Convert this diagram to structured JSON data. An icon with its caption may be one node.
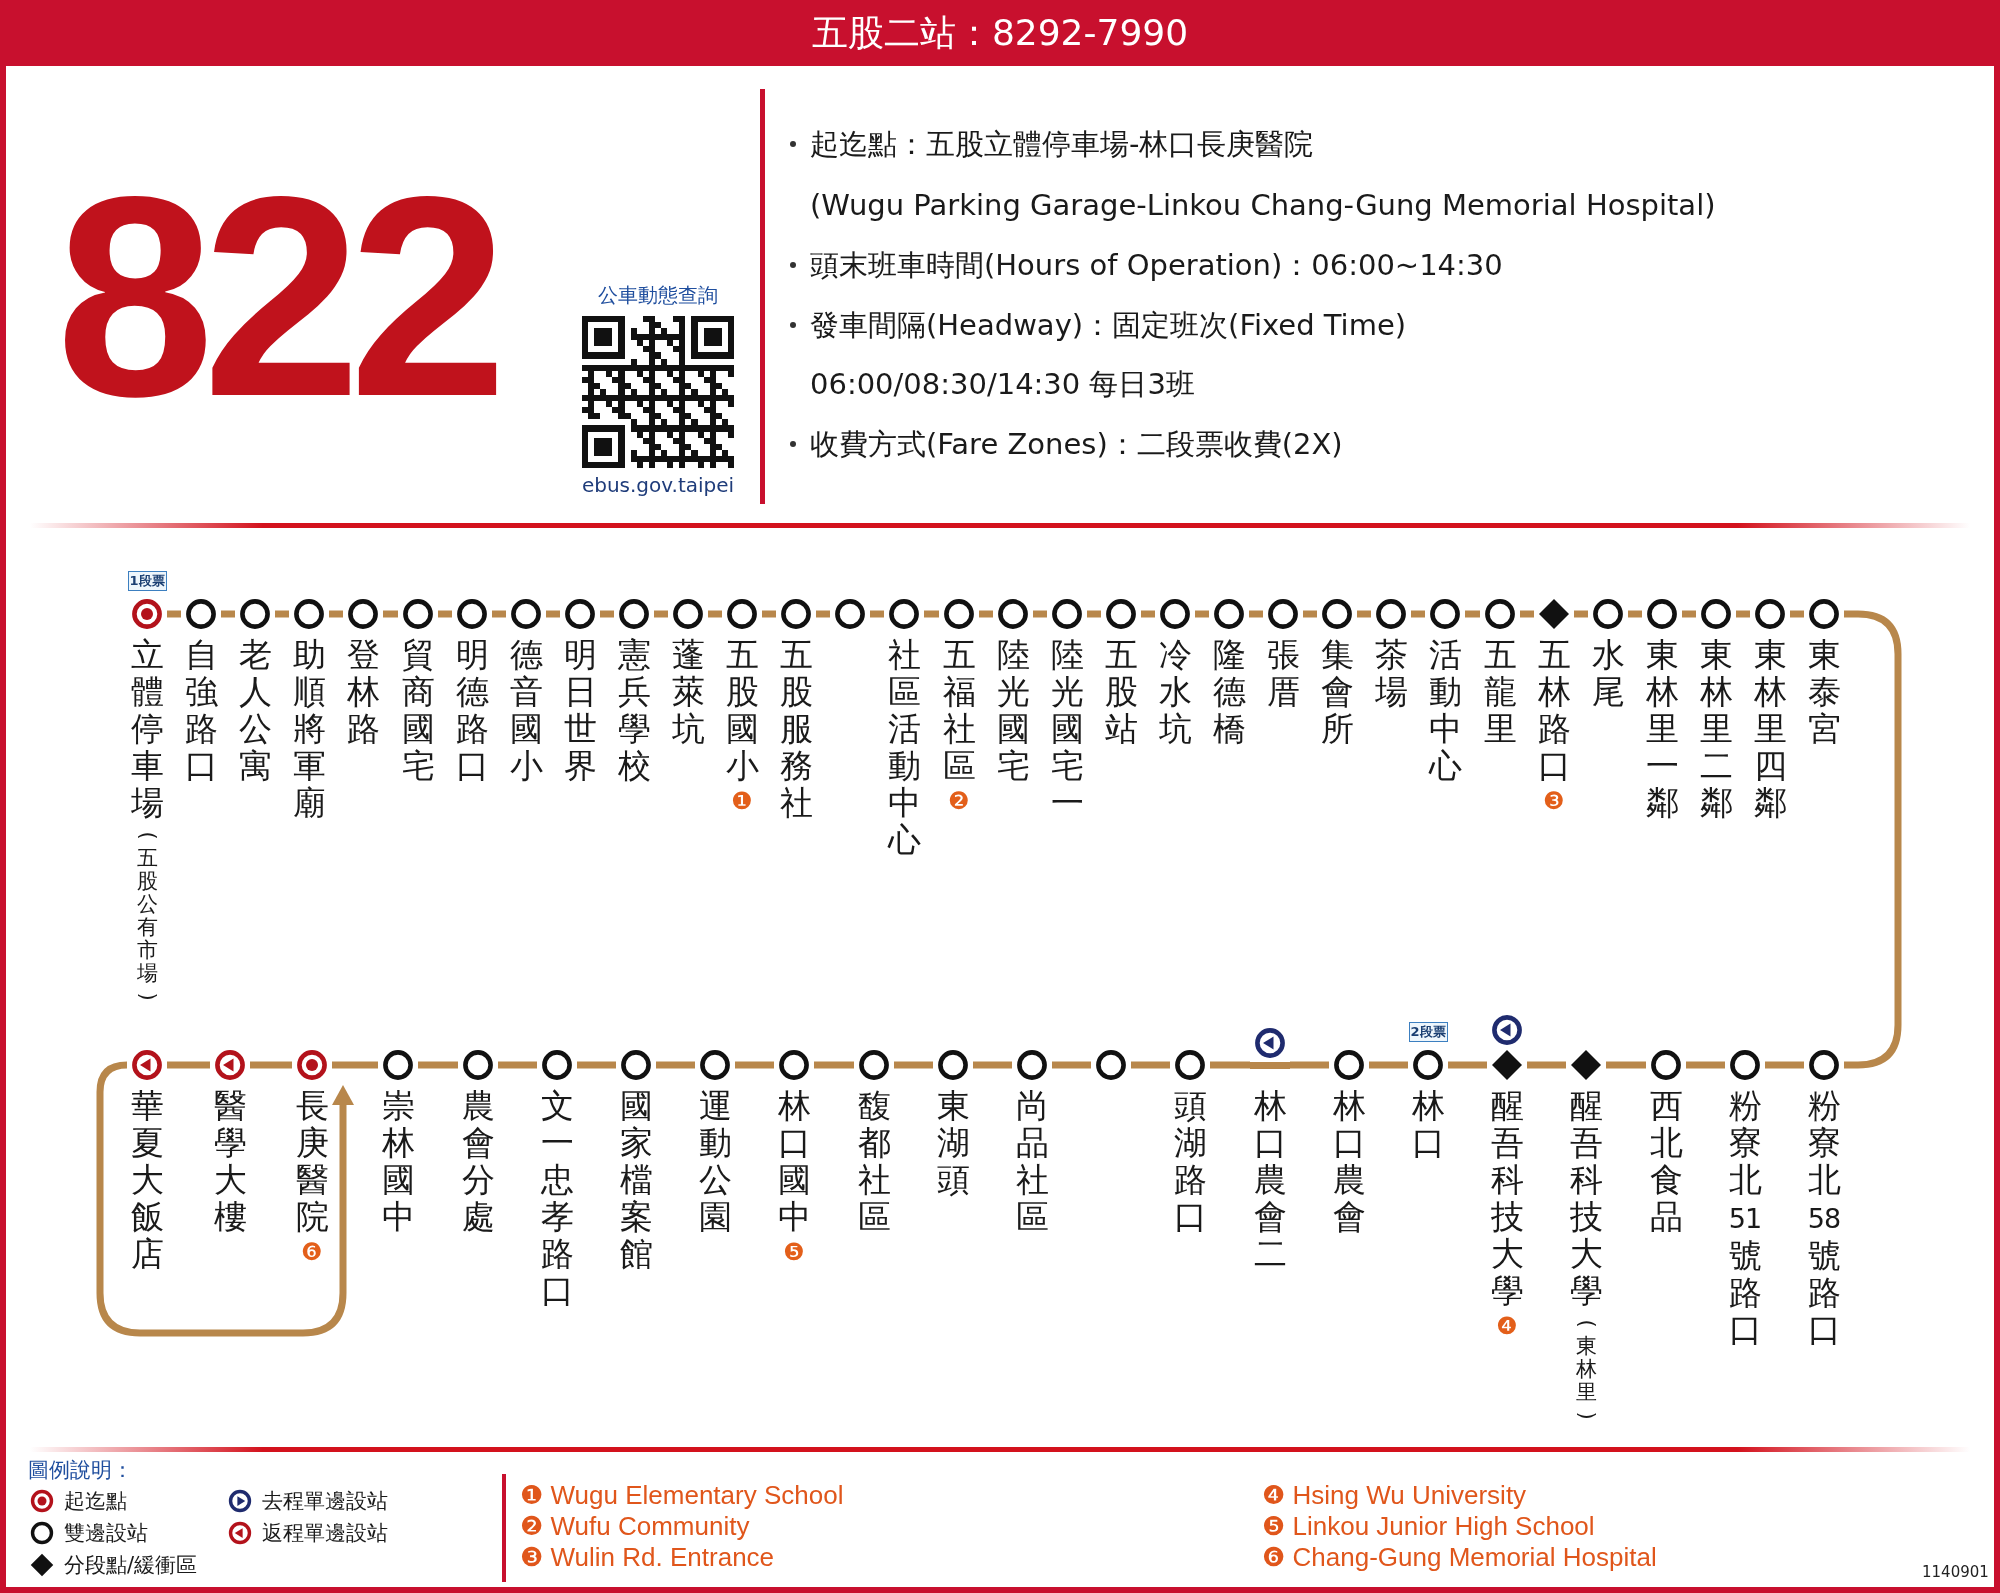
{
  "diagram": {
    "title": "822",
    "nodes": [
      {
        "text": [
          "立體停車場",
          "(五股公有市場)"
        ]
      },
      {
        "text": [
          "自強路口"
        ]
      },
      {
        "text": [
          "老人公寓"
        ]
      },
      {
        "text": [
          "助順將軍廟"
        ]
      },
      {
        "text": [
          "登林路"
        ]
      },
      {
        "text": [
          "貿商國宅"
        ]
      },
      {
        "text": [
          "明德路口"
        ]
      },
      {
        "text": [
          "德音國小"
        ]
      },
      {
        "text": [
          "明日世界"
        ]
      },
      {
        "text": [
          "憲兵學校"
        ]
      },
      {
        "text": [
          "蓬萊坑"
        ]
      },
      {
        "text": [
          "五股國小"
        ]
      },
      {
        "text": [
          "五股服務社"
        ]
      },
      {
        "text": [],
        "shape": "circle"
      },
      {
        "text": [
          "社區活動中心"
        ]
      },
      {
        "text": [
          "五福社區"
        ]
      },
      {
        "text": [
          "陸光國宅"
        ]
      },
      {
        "text": [
          "陸光國宅一"
        ]
      },
      {
        "text": [
          "五股站"
        ]
      },
      {
        "text": [
          "冷水坑"
        ]
      },
      {
        "text": [
          "隆德橋"
        ]
      },
      {
        "text": [
          "張厝"
        ]
      },
      {
        "text": [
          "集會所"
        ]
      },
      {
        "text": [
          "茶場"
        ]
      },
      {
        "text": [
          "活動中心"
        ]
      },
      {
        "text": [
          "五龍里"
        ]
      },
      {
        "text": [
          "五林路口"
        ]
      },
      {
        "text": [
          "水尾"
        ]
      },
      {
        "text": [
          "東林里一鄰"
        ]
      },
      {
        "text": [
          "東林里二鄰"
        ]
      },
      {
        "text": [
          "東林里四鄰"
        ]
      },
      {
        "text": [
          "東泰宮"
        ]
      },
      {
        "text": [
          "粉寮北58號路口"
        ]
      },
      {
        "text": [
          "粉寮北51號路口"
        ]
      },
      {
        "text": [
          "西北食品"
        ]
      },
      {
        "text": [
          "醒吾科技大學",
          "(東林里)"
        ]
      },
      {
        "text": [
          "醒吾科技大學"
        ]
      },
      {
        "text": [
          "林口"
        ]
      },
      {
        "text": [
          "林口農會"
        ]
      },
      {
        "text": [
          "林口農會二"
        ]
      },
      {
        "text": [
          "頭湖路口"
        ]
      },
      {
        "text": [],
        "shape": "circle"
      },
      {
        "text": [
          "尚品社區"
        ]
      },
      {
        "text": [
          "東湖頭"
        ]
      },
      {
        "text": [
          "馥都社區"
        ]
      },
      {
        "text": [
          "林口國中"
        ]
      },
      {
        "text": [
          "運動公園"
        ]
      },
      {
        "text": [
          "國家檔案館"
        ]
      },
      {
        "text": [
          "文一忠孝路口"
        ]
      },
      {
        "text": [
          "農會分處"
        ]
      },
      {
        "text": [
          "崇林國中"
        ]
      },
      {
        "text": [
          "長庚醫院"
        ]
      },
      {
        "text": [
          "醫學大樓"
        ]
      },
      {
        "text": [
          "華夏大飯店"
        ]
      }
    ],
    "edges": [
      {
        "from": 0,
        "to": 1,
        "arrow": "none"
      },
      {
        "from": 1,
        "to": 2,
        "arrow": "none"
      },
      {
        "from": 2,
        "to": 3,
        "arrow": "none"
      },
      {
        "from": 3,
        "to": 4,
        "arrow": "none"
      },
      {
        "from": 4,
        "to": 5,
        "arrow": "none"
      },
      {
        "from": 5,
        "to": 6,
        "arrow": "none"
      },
      {
        "from": 6,
        "to": 7,
        "arrow": "none"
      },
      {
        "from": 7,
        "to": 8,
        "arrow": "none"
      },
      {
        "from": 8,
        "to": 9,
        "arrow": "none"
      },
      {
        "from": 9,
        "to": 10,
        "arrow": "none"
      },
      {
        "from": 10,
        "to": 11,
        "arrow": "none"
      },
      {
        "from": 11,
        "to": 12,
        "arrow": "none"
      },
      {
        "from": 12,
        "to": 13,
        "arrow": "none"
      },
      {
        "from": 13,
        "to": 14,
        "arrow": "none"
      },
      {
        "from": 14,
        "to": 15,
        "arrow": "none"
      },
      {
        "from": 15,
        "to": 16,
        "arrow": "none"
      },
      {
        "from": 16,
        "to": 17,
        "arrow": "none"
      },
      {
        "from": 17,
        "to": 18,
        "arrow": "none"
      },
      {
        "from": 18,
        "to": 19,
        "arrow": "none"
      },
      {
        "from": 19,
        "to": 20,
        "arrow": "none"
      },
      {
        "from": 20,
        "to": 21,
        "arrow": "none"
      },
      {
        "from": 21,
        "to": 22,
        "arrow": "none"
      },
      {
        "from": 22,
        "to": 23,
        "arrow": "none"
      },
      {
        "from": 23,
        "to": 24,
        "arrow": "none"
      },
      {
        "from": 24,
        "to": 25,
        "arrow": "none"
      },
      {
        "from": 25,
        "to": 26,
        "arrow": "none"
      },
      {
        "from": 26,
        "to": 27,
        "arrow": "none"
      },
      {
        "from": 27,
        "to": 28,
        "arrow": "none"
      },
      {
        "from": 28,
        "to": 29,
        "arrow": "none"
      },
      {
        "from": 29,
        "to": 30,
        "arrow": "none"
      },
      {
        "from": 30,
        "to": 31,
        "arrow": "none"
      },
      {
        "from": 31,
        "to": 32,
        "arrow": "none"
      },
      {
        "from": 32,
        "to": 33,
        "arrow": "none"
      },
      {
        "from": 33,
        "to": 34,
        "arrow": "none"
      },
      {
        "from": 34,
        "to": 35,
        "arrow": "none"
      },
      {
        "from": 35,
        "to": 36,
        "arrow": "none"
      },
      {
        "from": 36,
        "to": 37,
        "arrow": "none"
      },
      {
        "from": 37,
        "to": 38,
        "arrow": "none"
      },
      {
        "from": 38,
        "to": 39,
        "arrow": "none"
      },
      {
        "from": 39,
        "to": 40,
        "arrow": "none"
      },
      {
        "from": 40,
        "to": 41,
        "arrow": "none"
      },
      {
        "from": 41,
        "to": 42,
        "arrow": "none"
      },
      {
        "from": 42,
        "to": 43,
        "arrow": "none"
      },
      {
        "from": 43,
        "to": 44,
        "arrow": "none"
      },
      {
        "from": 44,
        "to": 45,
        "arrow": "none"
      },
      {
        "from": 45,
        "to": 46,
        "arrow": "none"
      },
      {
        "from": 46,
        "to": 47,
        "arrow": "none"
      },
      {
        "from": 47,
        "to": 48,
        "arrow": "none"
      },
      {
        "from": 48,
        "to": 49,
        "arrow": "none"
      },
      {
        "from": 49,
        "to": 50,
        "arrow": "none"
      },
      {
        "from": 50,
        "to": 51,
        "arrow": "none"
      },
      {
        "from": 51,
        "to": 52,
        "arrow": "none"
      },
      {
        "from": 52,
        "to": 53,
        "arrow": "none"
      },
      {
        "from": 53,
        "to": 51,
        "arrow": "to"
      }
    ],
    "labels": [
      "五股二站：8292-7990",
      "公車動態查詢",
      "ebus.gov.taipei",
      "起迄點：五股立體停車場-林口長庚醫院",
      "(Wugu Parking Garage-Linkou Chang-Gung Memorial Hospital)",
      "頭末班車時間(Hours of Operation)：06:00~14:30",
      "發車間隔(Headway)：固定班次(Fixed Time)",
      "06:00/08:30/14:30 每日3班",
      "收費方式(Fare Zones)：二段票收費(2X)",
      "1段票",
      "❶",
      "❷",
      "❸",
      "2段票",
      "❻",
      "❺",
      "❹",
      "圖例說明：",
      "❶ Wugu Elementary School",
      "❷ Wufu Community",
      "❸ Wulin Rd. Entrance",
      "❹ Hsing Wu University",
      "❺ Linkou Junior High School",
      "❻ Chang-Gung Memorial Hospital",
      "1140901"
    ],
    "legend": [
      {
        "text": "起迄點"
      },
      {
        "text": "去程單邊設站"
      },
      {
        "text": "雙邊設站"
      },
      {
        "text": "返程單邊設站"
      },
      {
        "text": "分段點/緩衝區"
      }
    ]
  }
}
